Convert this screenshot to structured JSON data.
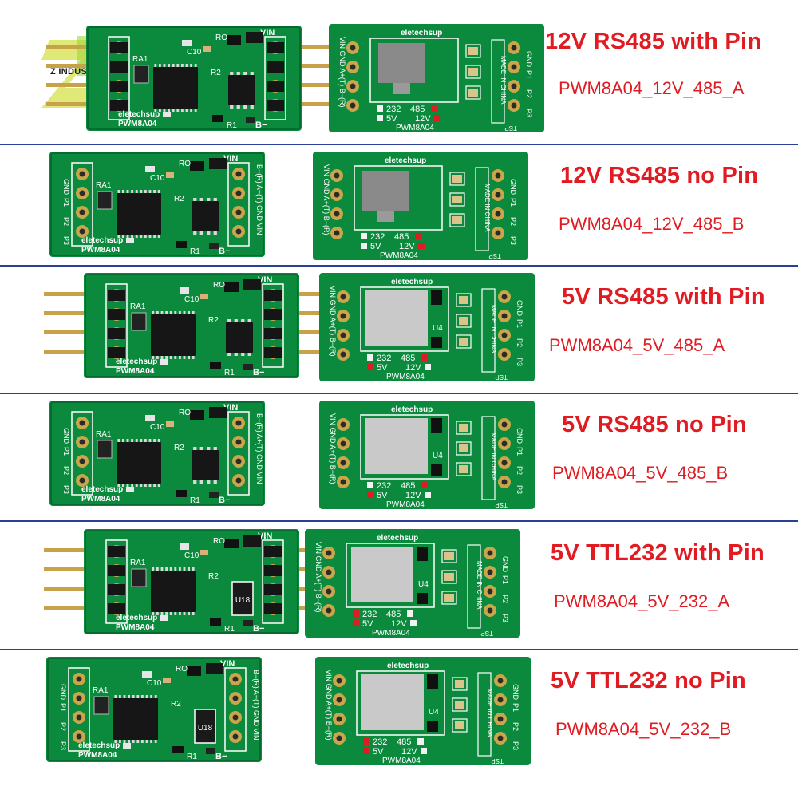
{
  "watermark": {
    "text": "Z INDUSTRY STORE"
  },
  "silkscreen": {
    "brand": "eletechsup",
    "model": "PWM8A04",
    "made_in": "MADE IN CHINA",
    "vin": "VIN",
    "b_minus": "B−",
    "front_pins": [
      "GND",
      "P1",
      "P2",
      "P3"
    ],
    "back_pins": [
      "GND",
      "P1",
      "P2",
      "P3"
    ],
    "bus_pins": "B−(R) A+(T) GND VIN",
    "back_bus_pins": "VIN GND A+(T) B−(R)",
    "ra1": "RA1",
    "r2": "R2",
    "r1": "R1",
    "c10": "C10",
    "ro": "RO",
    "u4": "U4",
    "u18": "U18",
    "sel_232": "232",
    "sel_485": "485",
    "sel_5v": "5V",
    "sel_12v": "12V",
    "tsp": "TSP"
  },
  "variants": [
    {
      "title": "12V RS485 with Pin",
      "model": "PWM8A04_12V_485_A",
      "pins": true,
      "regulator": "12V",
      "iface": "485"
    },
    {
      "title": "12V RS485 no Pin",
      "model": "PWM8A04_12V_485_B",
      "pins": false,
      "regulator": "12V",
      "iface": "485"
    },
    {
      "title": "5V RS485 with Pin",
      "model": "PWM8A04_5V_485_A",
      "pins": true,
      "regulator": "5V",
      "iface": "485"
    },
    {
      "title": "5V RS485 no Pin",
      "model": "PWM8A04_5V_485_B",
      "pins": false,
      "regulator": "5V",
      "iface": "485"
    },
    {
      "title": "5V TTL232 with Pin",
      "model": "PWM8A04_5V_232_A",
      "pins": true,
      "regulator": "5V",
      "iface": "232"
    },
    {
      "title": "5V TTL232 no Pin",
      "model": "PWM8A04_5V_232_B",
      "pins": false,
      "regulator": "5V",
      "iface": "232"
    }
  ],
  "colors": {
    "pcb": "#0b8a3e",
    "pcb_dark": "#066b2f",
    "copper": "#c9a64a",
    "red": "#e11b22",
    "divider": "#2a3f9a"
  }
}
